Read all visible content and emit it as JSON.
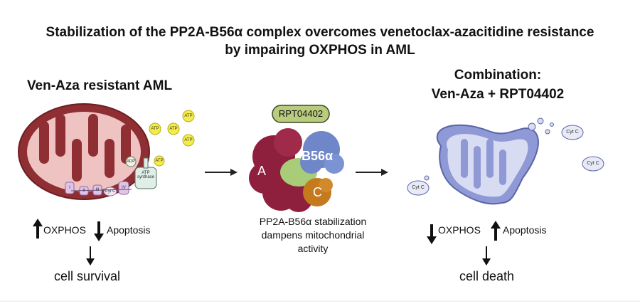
{
  "title": {
    "line1": "Stabilization of the PP2A-B56α complex overcomes venetoclax-azacitidine resistance",
    "line2": "by impairing OXPHOS in AML"
  },
  "left": {
    "heading": "Ven-Aza resistant AML",
    "oxphos": "OXPHOS",
    "apoptosis": "Apoptosis",
    "outcome": "cell survival",
    "atp_labels": [
      "ATP",
      "ATP",
      "ATP",
      "ATP",
      "ATP"
    ],
    "adp_label": "ADP",
    "atp_synthase_label": "ATP synthase",
    "complexes": [
      "I",
      "II",
      "III",
      "Cyt C",
      "IV"
    ]
  },
  "middle": {
    "drug": "RPT04402",
    "subunit_a": "A",
    "subunit_b": "B56α",
    "subunit_c": "C",
    "caption_line1": "PP2A-B56α stabilization",
    "caption_line2": "dampens mitochondrial",
    "caption_line3": "activity"
  },
  "right": {
    "heading_line1": "Combination:",
    "heading_line2": "Ven-Aza + RPT04402",
    "oxphos": "OXPHOS",
    "apoptosis": "Apoptosis",
    "outcome": "cell death",
    "cytc_labels": [
      "Cyt C",
      "Cyt C",
      "Cyt C"
    ]
  },
  "colors": {
    "mito_outer": "#8f2f33",
    "mito_inner": "#eec3c1",
    "atp_fill": "#f4ec4a",
    "drug_pill": "#b9cc7e",
    "pp2a_a": "#8e1f3d",
    "pp2a_b": "#6f86c9",
    "pp2a_c": "#c57a1e",
    "pp2a_core": "#a9cc78",
    "damaged_mito": "#8e99d6"
  }
}
